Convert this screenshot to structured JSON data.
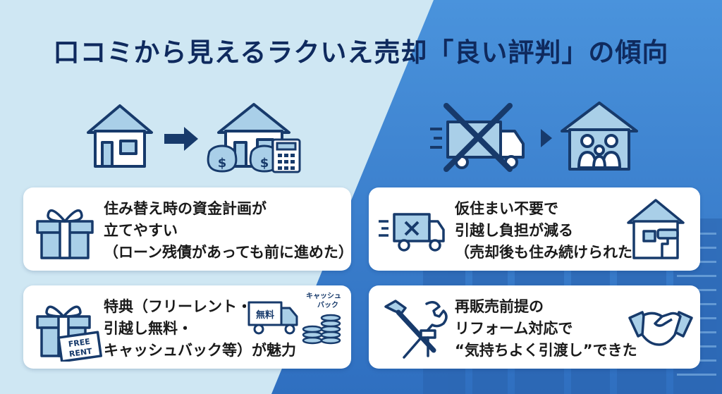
{
  "title": "口コミから見えるラクいえ売却「良い評判」の傾向",
  "colors": {
    "title": "#0f2a5e",
    "icon_stroke": "#173a6b",
    "icon_fill": "#a9cfe8",
    "left_bg": "#cfe7f3",
    "right_bg": "#3f86d6"
  },
  "hero_left": {
    "icons": [
      "house-icon",
      "arrow-right-icon",
      "house-icon",
      "money-bag-icon",
      "money-bag-icon",
      "calculator-icon"
    ]
  },
  "hero_right": {
    "icons": [
      "moving-truck-icon",
      "crossed-out-mark",
      "arrow-right-icon",
      "family-house-icon"
    ]
  },
  "cards": [
    {
      "icon": "gift-box-icon",
      "lines": [
        "住み替え時の資金計画が",
        "立てやすい",
        "（ローン残債があっても前に進めた）"
      ]
    },
    {
      "icon": "moving-truck-x-icon",
      "extra_icon": "house-paint-roller-icon",
      "lines": [
        "仮住まい不要で",
        "引越し負担が減る",
        "（売却後も住み続けられた）"
      ]
    },
    {
      "icon": "gift-box-free-rent-icon",
      "badge": [
        "FREE",
        "RENT"
      ],
      "truck_label": "無料",
      "cashback_label": [
        "キャッシュ",
        "バック"
      ],
      "extra_icons": [
        "free-moving-truck-icon",
        "coin-stack-icon"
      ],
      "lines": [
        "特典（フリーレント・",
        "引越し無料・",
        "キャッシュバック等）が魅力"
      ]
    },
    {
      "icon": "hammer-wrench-icon",
      "extra_icon": "handshake-icon",
      "lines": [
        "再販売前提の",
        "リフォーム対応で",
        "“気持ちよく引渡し”できた"
      ]
    }
  ]
}
